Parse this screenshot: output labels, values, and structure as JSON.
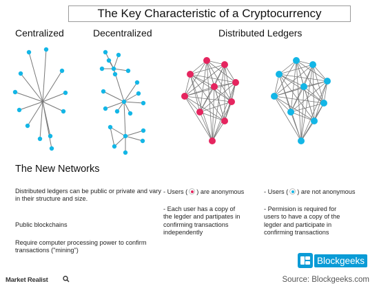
{
  "title": "The Key Characteristic of a Cryptocurrency",
  "labels": {
    "centralized": "Centralized",
    "decentralized": "Decentralized",
    "distributed": "Distributed Ledgers"
  },
  "colors": {
    "node_blue": "#13b6e6",
    "node_pink": "#e5255f",
    "edge": "#777777"
  },
  "new_networks": {
    "heading": "The New Networks",
    "description": "Distributed ledgers can be public or private and vary in their structure and size.",
    "public_blockchains": "Public blockchains",
    "requirement": "Require computer processing power to confirm transactions (\"mining\")"
  },
  "public_notes": {
    "users_prefix": "- Users (",
    "users_suffix": ") are anonymous",
    "copy_note": "- Each user has a copy of the legder and partipates in confirming transactions independently"
  },
  "private_notes": {
    "users_prefix": "- Users (",
    "users_suffix": ") are  not anonymous",
    "permission_note": "- Permision is required for users to have a copy of the legder and participate in confirming transactions"
  },
  "logo": {
    "text": "Blockgeeks",
    "icon": "blockgeeks-logo-icon"
  },
  "source": "Source: Blockgeeks.com",
  "publisher": "Market Realist",
  "publisher_icon": "magnifier-icon"
}
